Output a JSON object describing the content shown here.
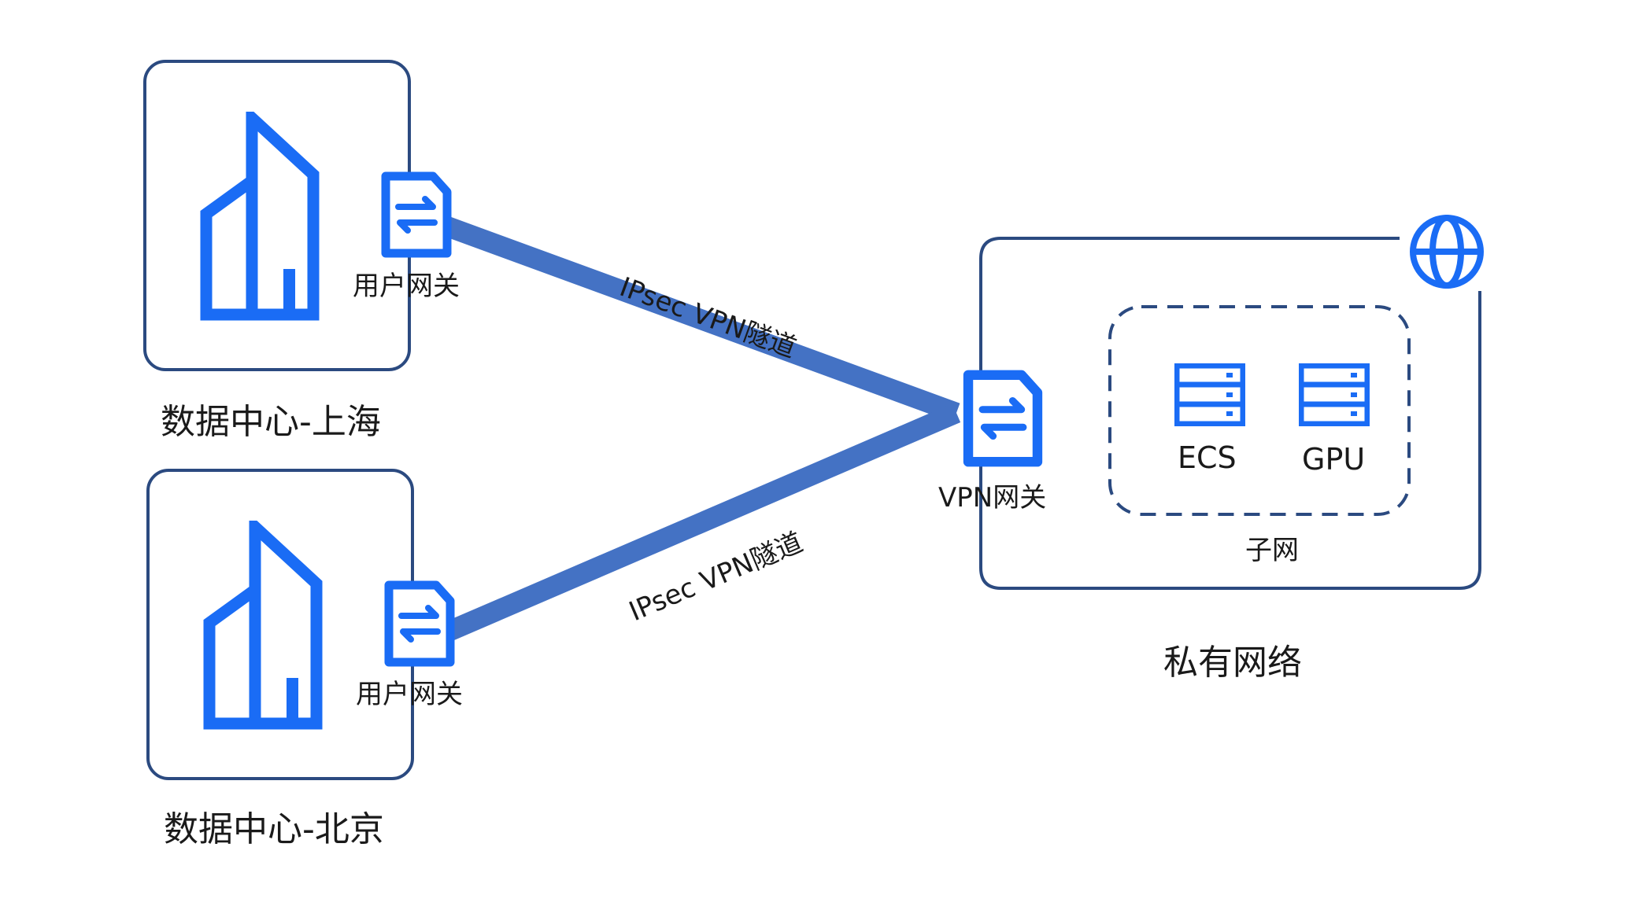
{
  "datacenters": [
    {
      "id": "shanghai",
      "title": "数据中心-上海",
      "gateway_label": "用户网关"
    },
    {
      "id": "beijing",
      "title": "数据中心-北京",
      "gateway_label": "用户网关"
    }
  ],
  "tunnels": [
    {
      "label": "IPsec VPN隧道"
    },
    {
      "label": "IPsec VPN隧道"
    }
  ],
  "vpc": {
    "title": "私有网络",
    "vpn_gateway_label": "VPN网关",
    "subnet_label": "子网",
    "nodes": [
      "ECS",
      "GPU"
    ]
  },
  "icons": {
    "building": "building-icon",
    "gateway": "gateway-document-icon",
    "server": "server-icon",
    "globe": "globe-icon"
  },
  "colors": {
    "frame": "#2b4a80",
    "icon_blue": "#1a6cf5",
    "tunnel": "#4472c4",
    "text": "#1a1a1a"
  }
}
